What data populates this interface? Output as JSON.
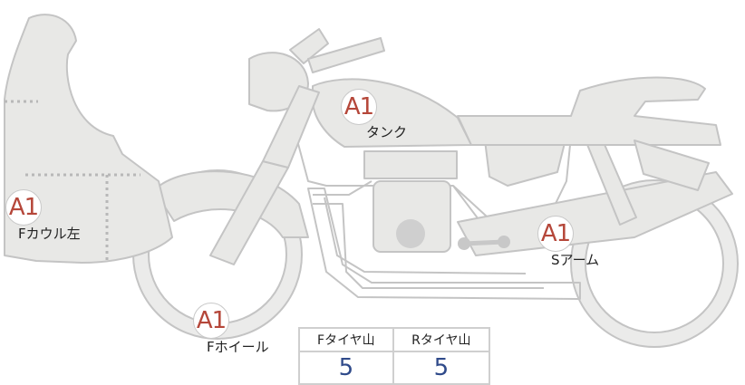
{
  "markers": [
    {
      "id": "fcowl-left",
      "grade": "A1",
      "part": "Fカウル左"
    },
    {
      "id": "tank",
      "grade": "A1",
      "part": "タンク"
    },
    {
      "id": "s-arm",
      "grade": "A1",
      "part": "Sアーム"
    },
    {
      "id": "f-wheel",
      "grade": "A1",
      "part": "Fホイール"
    }
  ],
  "tire_table": {
    "headers": [
      "Fタイヤ山",
      "Rタイヤ山"
    ],
    "values": [
      "5",
      "5"
    ]
  },
  "colors": {
    "body_fill": "#e8e8e6",
    "outline": "#c4c4c4",
    "grade_text": "#b5473a",
    "value_text": "#2f4a8a",
    "engine_dot": "#c8c8c8"
  }
}
